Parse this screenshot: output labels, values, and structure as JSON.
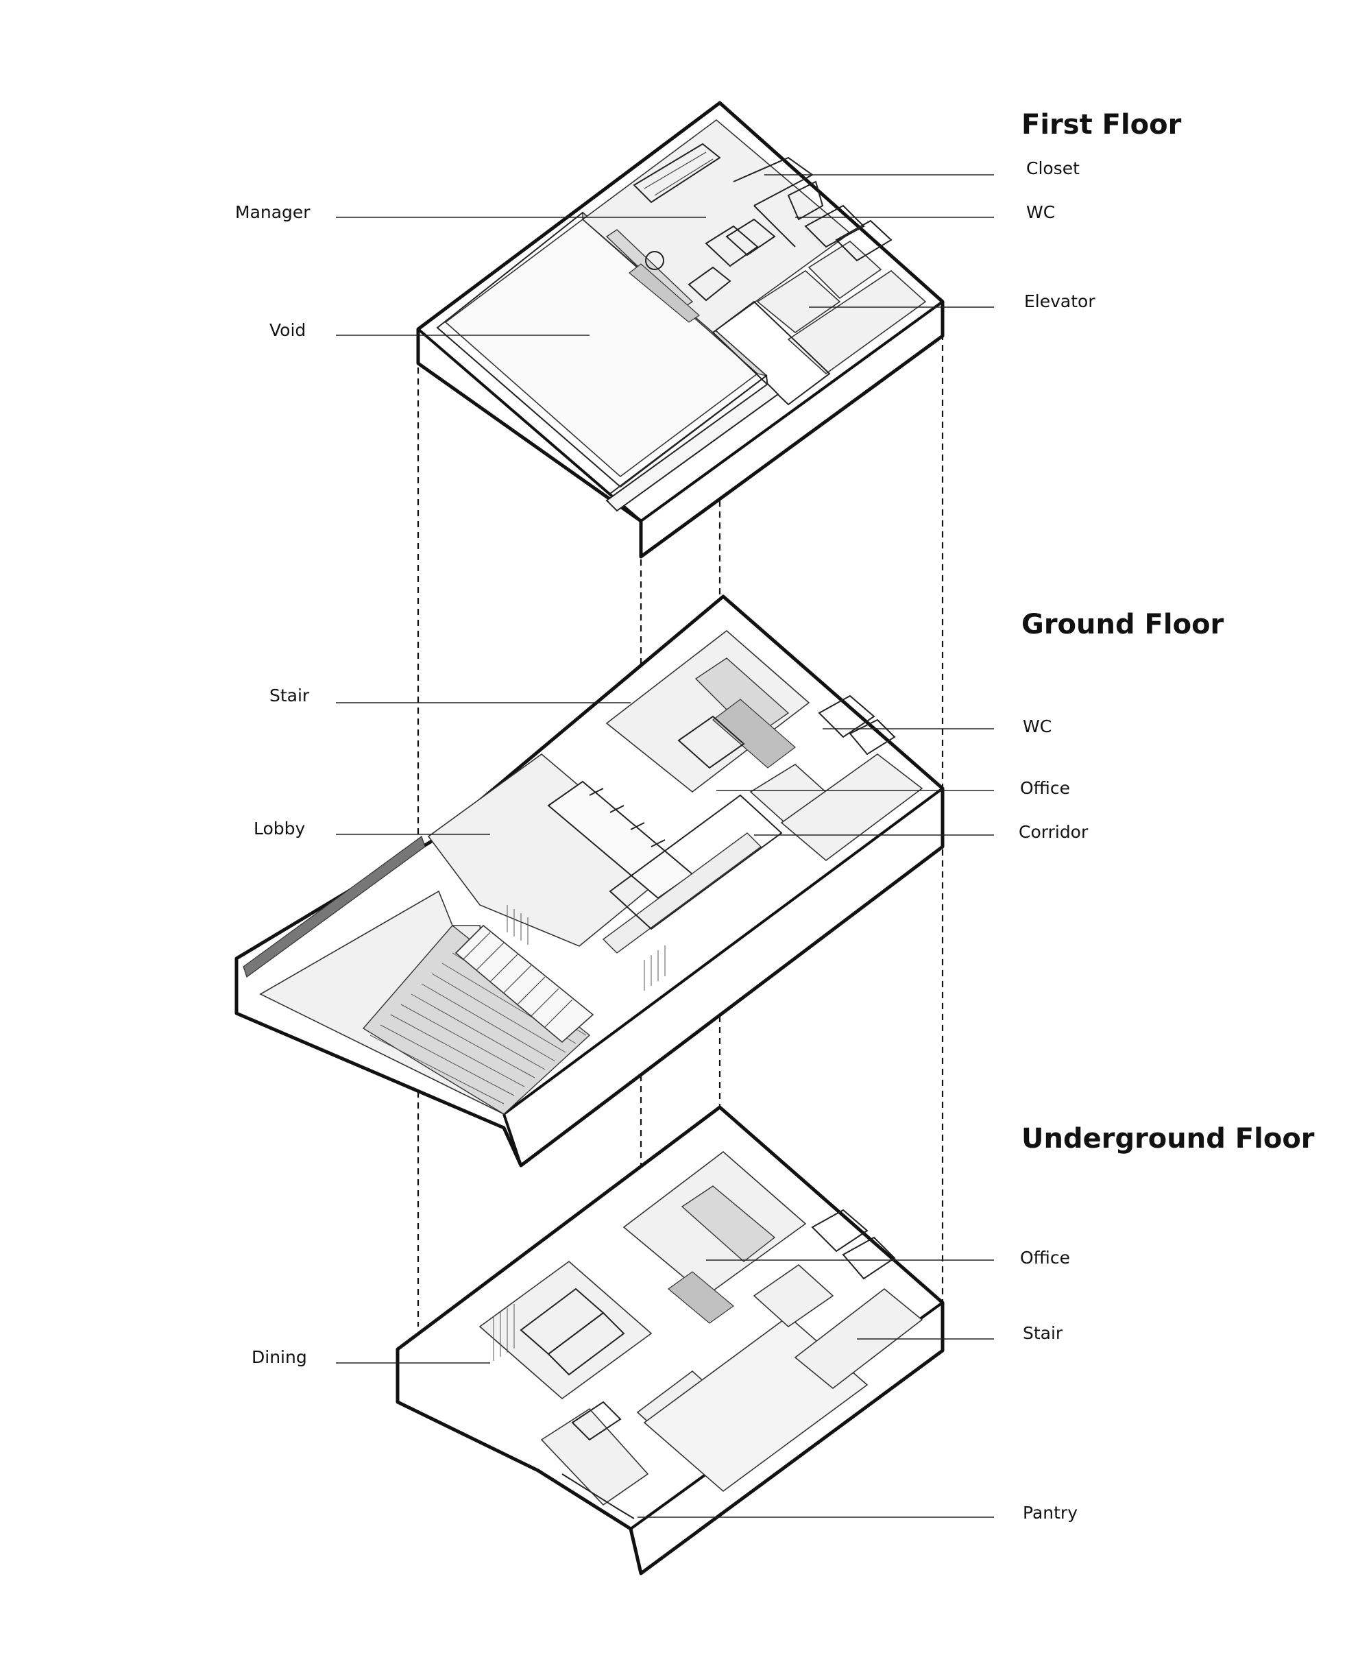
{
  "floors": [
    {
      "title": "First Floor",
      "labels": [
        "Manager",
        "Void",
        "Closet",
        "WC",
        "Elevator"
      ]
    },
    {
      "title": "Ground Floor",
      "labels": [
        "Stair",
        "Lobby",
        "WC",
        "Office",
        "Corridor"
      ]
    },
    {
      "title": "Underground Floor",
      "labels": [
        "Dining",
        "Office",
        "Stair",
        "Pantry"
      ]
    }
  ],
  "colors": {
    "line": "#111111",
    "floor": "#f1f1f1",
    "shade": "#d9d9d9"
  }
}
